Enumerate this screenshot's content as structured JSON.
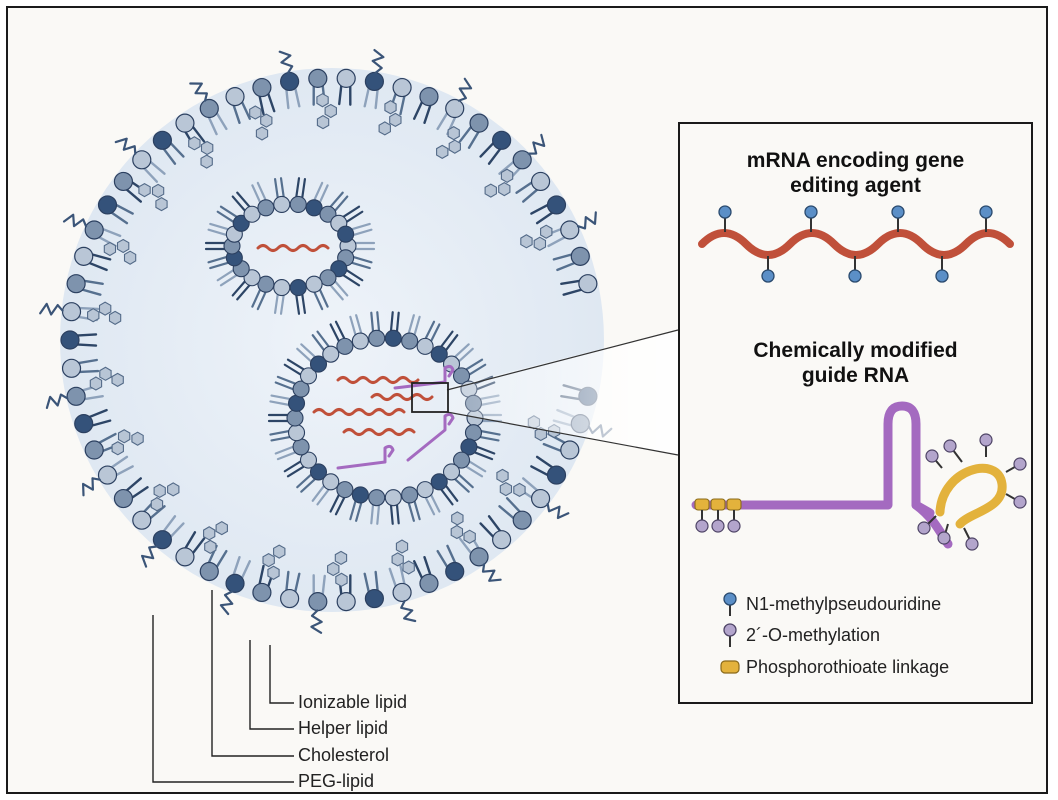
{
  "panel": {
    "mrna_title_line1": "mRNA encoding gene",
    "mrna_title_line2": "editing agent",
    "guide_title_line1": "Chemically modified",
    "guide_title_line2": "guide RNA"
  },
  "legend": [
    {
      "label": "N1-methylpseudouridine",
      "icon": "blue-pin-icon",
      "color": "#5b8fc7"
    },
    {
      "label": "2´-O-methylation",
      "icon": "lavender-pin-icon",
      "color": "#b3a5cc"
    },
    {
      "label": "Phosphorothioate linkage",
      "icon": "yellow-capsule-icon",
      "color": "#e3b23c"
    }
  ],
  "components": [
    {
      "label": "Ionizable lipid"
    },
    {
      "label": "Helper lipid"
    },
    {
      "label": "Cholesterol"
    },
    {
      "label": "PEG-lipid"
    }
  ],
  "colors": {
    "mrna": "#c0503a",
    "guide_rna": "#a46ac0",
    "head_light": "#b9c6d6",
    "head_mid": "#7e93ad",
    "head_dark": "#34527a",
    "core": "#e3ecf5"
  }
}
